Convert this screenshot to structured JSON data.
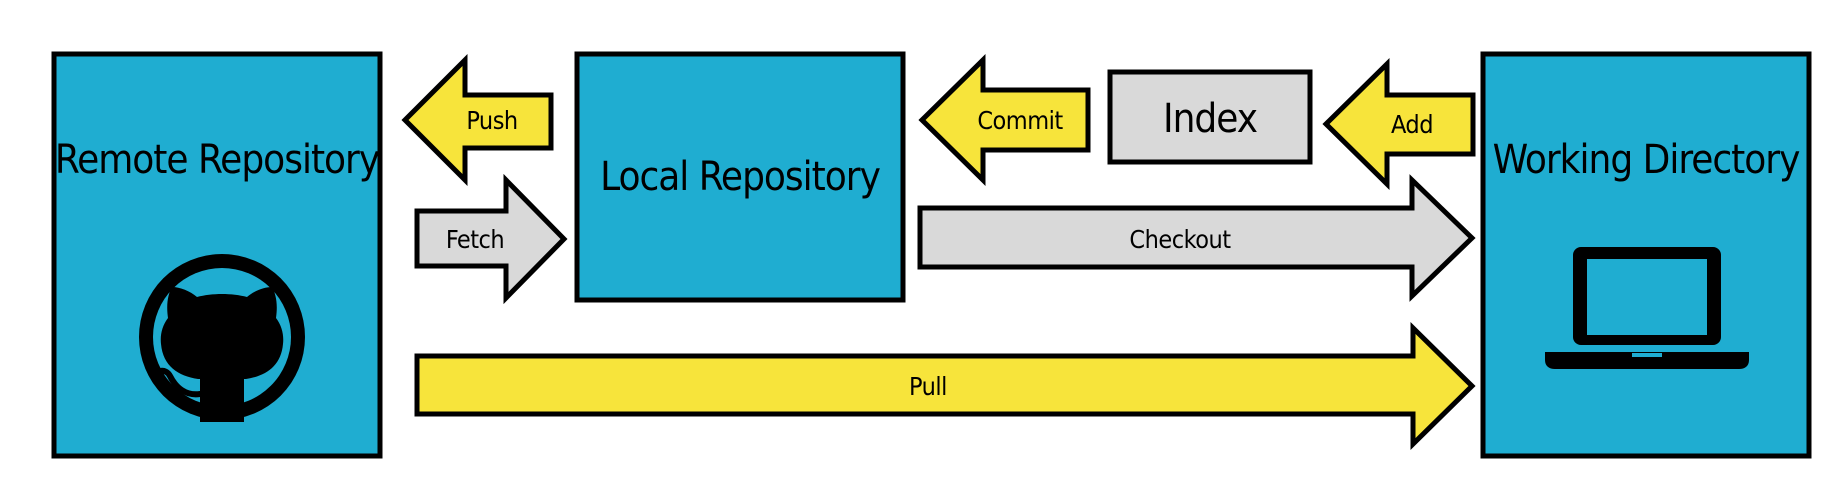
{
  "colors": {
    "box_fill": "#1fadd1",
    "arrow_yellow": "#f7e43b",
    "arrow_grey": "#d9d9d9",
    "index_fill": "#d9d9d9",
    "stroke": "#000000"
  },
  "boxes": {
    "remote": {
      "label": "Remote Repository",
      "icon": "github-octocat-icon"
    },
    "local": {
      "label": "Local Repository"
    },
    "index": {
      "label": "Index"
    },
    "working": {
      "label": "Working Directory",
      "icon": "laptop-icon"
    }
  },
  "arrows": {
    "push": {
      "label": "Push",
      "direction": "left",
      "color": "yellow"
    },
    "fetch": {
      "label": "Fetch",
      "direction": "right",
      "color": "grey"
    },
    "commit": {
      "label": "Commit",
      "direction": "left",
      "color": "yellow"
    },
    "add": {
      "label": "Add",
      "direction": "left",
      "color": "yellow"
    },
    "checkout": {
      "label": "Checkout",
      "direction": "right",
      "color": "grey"
    },
    "pull": {
      "label": "Pull",
      "direction": "right",
      "color": "yellow"
    }
  }
}
